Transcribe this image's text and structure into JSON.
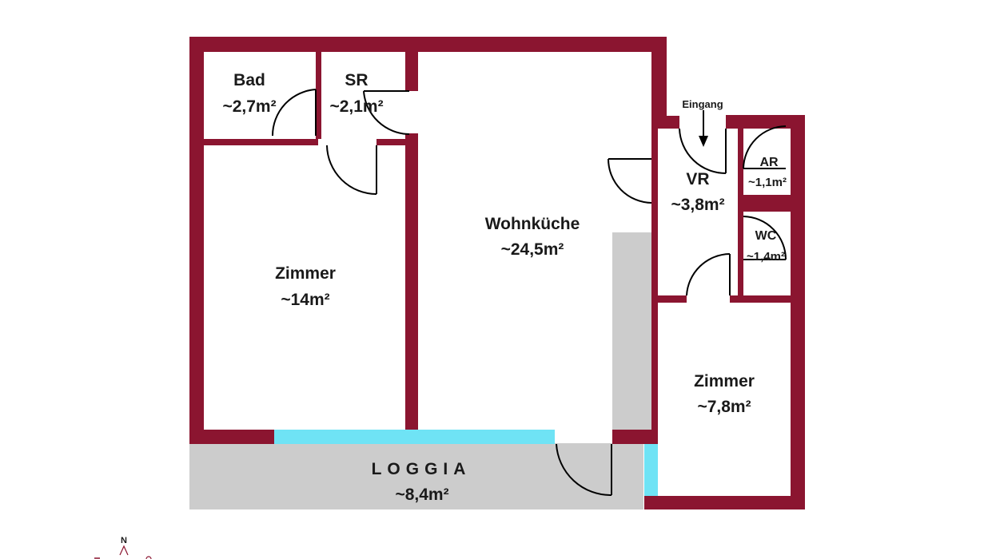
{
  "colors": {
    "wall": "#8b1530",
    "window": "#6fe3f5",
    "loggia": "#cccccc",
    "text": "#1a1a1a"
  },
  "rooms": {
    "bad": {
      "name": "Bad",
      "area": "~2,7m²"
    },
    "sr": {
      "name": "SR",
      "area": "~2,1m²"
    },
    "wohnkueche": {
      "name": "Wohnküche",
      "area": "~24,5m²"
    },
    "zimmer_left": {
      "name": "Zimmer",
      "area": "~14m²"
    },
    "vr": {
      "name": "VR",
      "area": "~3,8m²"
    },
    "ar": {
      "name": "AR",
      "area": "~1,1m²"
    },
    "wc": {
      "name": "WC",
      "area": "~1,4m²"
    },
    "zimmer_right": {
      "name": "Zimmer",
      "area": "~7,8m²"
    },
    "loggia": {
      "name": "LOGGIA",
      "area": "~8,4m²"
    }
  },
  "entrance": {
    "label": "Eingang"
  },
  "compass": {
    "north": "N"
  }
}
